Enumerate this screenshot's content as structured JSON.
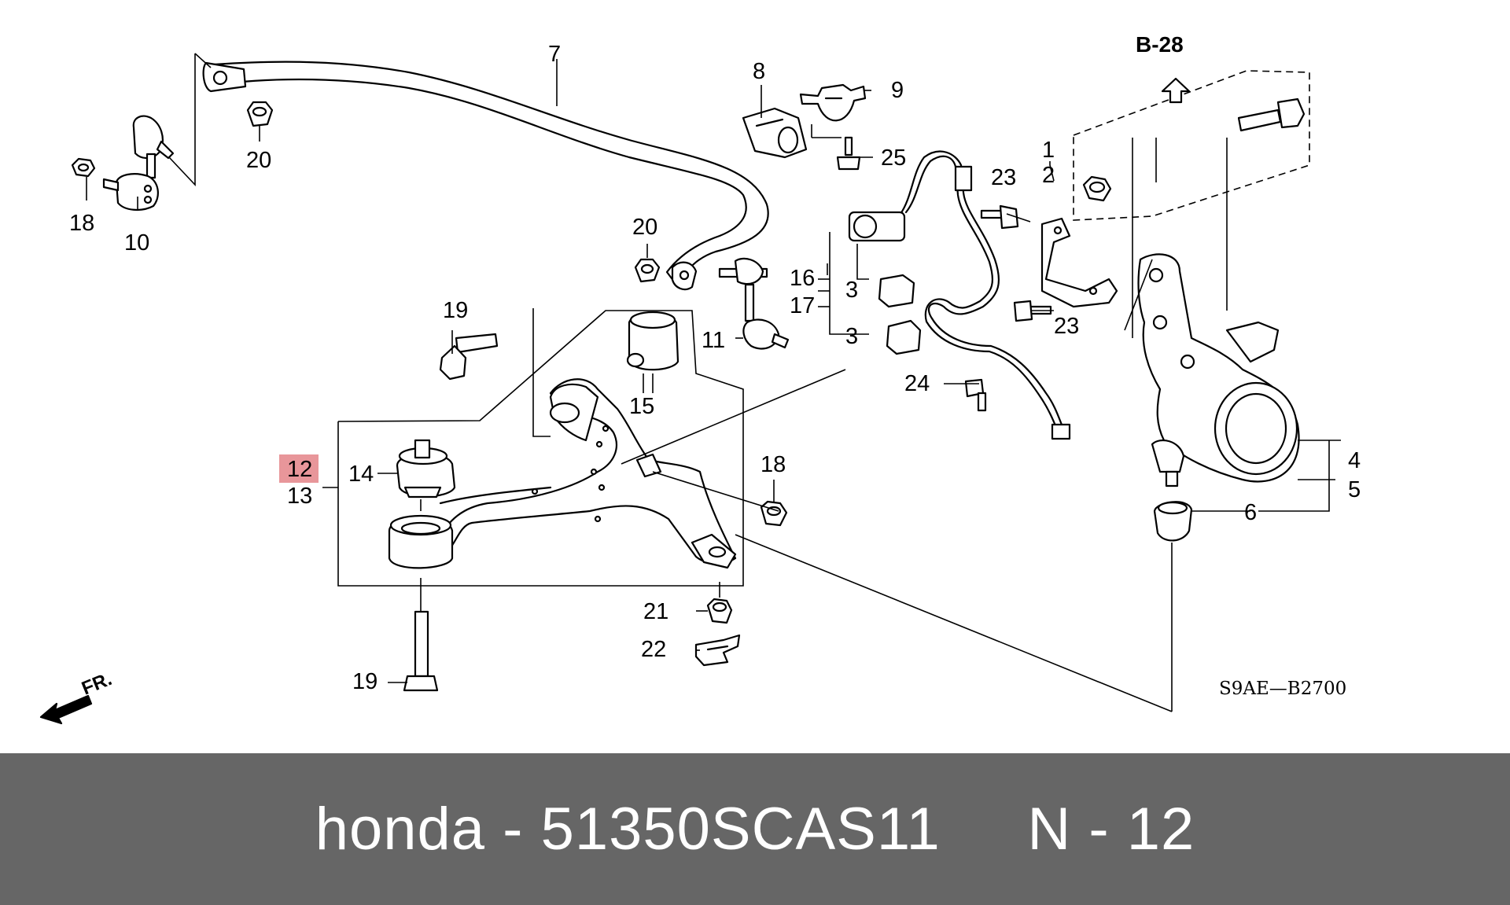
{
  "diagram": {
    "section_reference": "B-28",
    "drawing_code": "S9AE—B2700",
    "front_indicator": "FR.",
    "callouts": {
      "c1": "1",
      "c2": "2",
      "c3a": "3",
      "c3b": "3",
      "c4": "4",
      "c5": "5",
      "c6": "6",
      "c7": "7",
      "c8": "8",
      "c9": "9",
      "c10": "10",
      "c11": "11",
      "c12": "12",
      "c13": "13",
      "c14": "14",
      "c15": "15",
      "c16": "16",
      "c17": "17",
      "c18a": "18",
      "c18b": "18",
      "c19a": "19",
      "c19b": "19",
      "c20a": "20",
      "c20b": "20",
      "c21": "21",
      "c22": "22",
      "c23a": "23",
      "c23b": "23",
      "c24": "24",
      "c25": "25"
    },
    "highlighted_callout": "12",
    "highlight_color": "#e8969a"
  },
  "caption": {
    "text": "honda - 51350SCAS11     N - 12",
    "background_color": "#666666",
    "text_color": "#ffffff"
  }
}
